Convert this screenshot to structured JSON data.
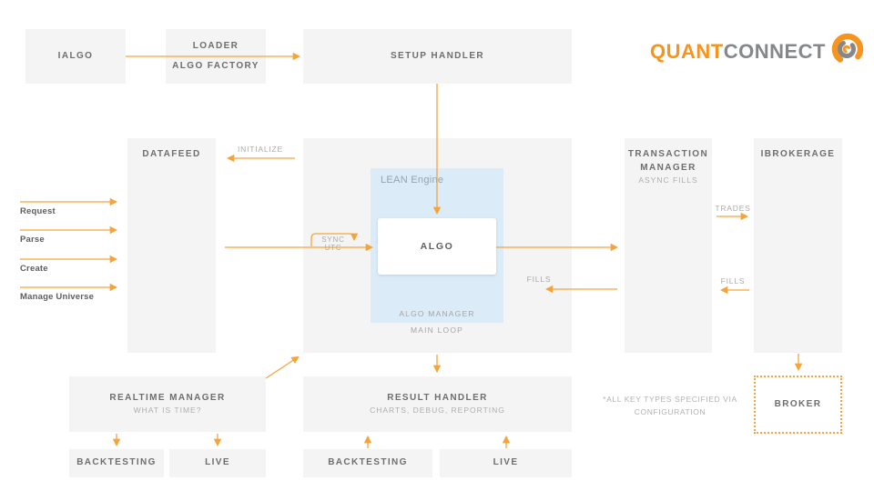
{
  "colors": {
    "box_bg": "#f4f4f4",
    "lean_blue_bg": "#dcebf8",
    "arrow_orange": "#f5a43c",
    "title_gray": "#6e6e6e",
    "subtitle_gray": "#aeaeae",
    "logo_orange": "#f7941e",
    "logo_gray": "#85878a"
  },
  "logo": {
    "part_orange": "QUANT",
    "part_gray": "CONNECT"
  },
  "nodes": {
    "ialgo": {
      "title": "IALGO"
    },
    "loader": {
      "line1": "LOADER",
      "line2": "ALGO FACTORY"
    },
    "setup_handler": {
      "title": "SETUP HANDLER"
    },
    "datafeed": {
      "title": "DATAFEED"
    },
    "transaction_manager": {
      "title": "TRANSACTION MANAGER",
      "subtitle": "ASYNC FILLS"
    },
    "ibrokerage": {
      "title": "IBROKERAGE"
    },
    "lean": {
      "engine_label": "LEAN Engine",
      "algo": "ALGO",
      "algo_manager": "ALGO MANAGER",
      "main_loop": "MAIN LOOP"
    },
    "realtime_manager": {
      "title": "REALTIME MANAGER",
      "subtitle": "WHAT IS TIME?"
    },
    "result_handler": {
      "title": "RESULT HANDLER",
      "subtitle": "CHARTS, DEBUG, REPORTING"
    },
    "backtesting_left": {
      "title": "BACKTESTING"
    },
    "live_left": {
      "title": "LIVE"
    },
    "backtesting_right": {
      "title": "BACKTESTING"
    },
    "live_right": {
      "title": "LIVE"
    },
    "broker": {
      "title": "BROKER"
    }
  },
  "edge_labels": {
    "initialize": "INITIALIZE",
    "sync_utc": "SYNC UTC",
    "fills_center": "FILLS",
    "trades": "TRADES",
    "fills_right": "FILLS"
  },
  "input_labels": {
    "request": "Request",
    "parse": "Parse",
    "create": "Create",
    "manage_universe": "Manage Universe"
  },
  "note": {
    "line1": "*ALL KEY TYPES SPECIFIED VIA",
    "line2": "CONFIGURATION"
  }
}
